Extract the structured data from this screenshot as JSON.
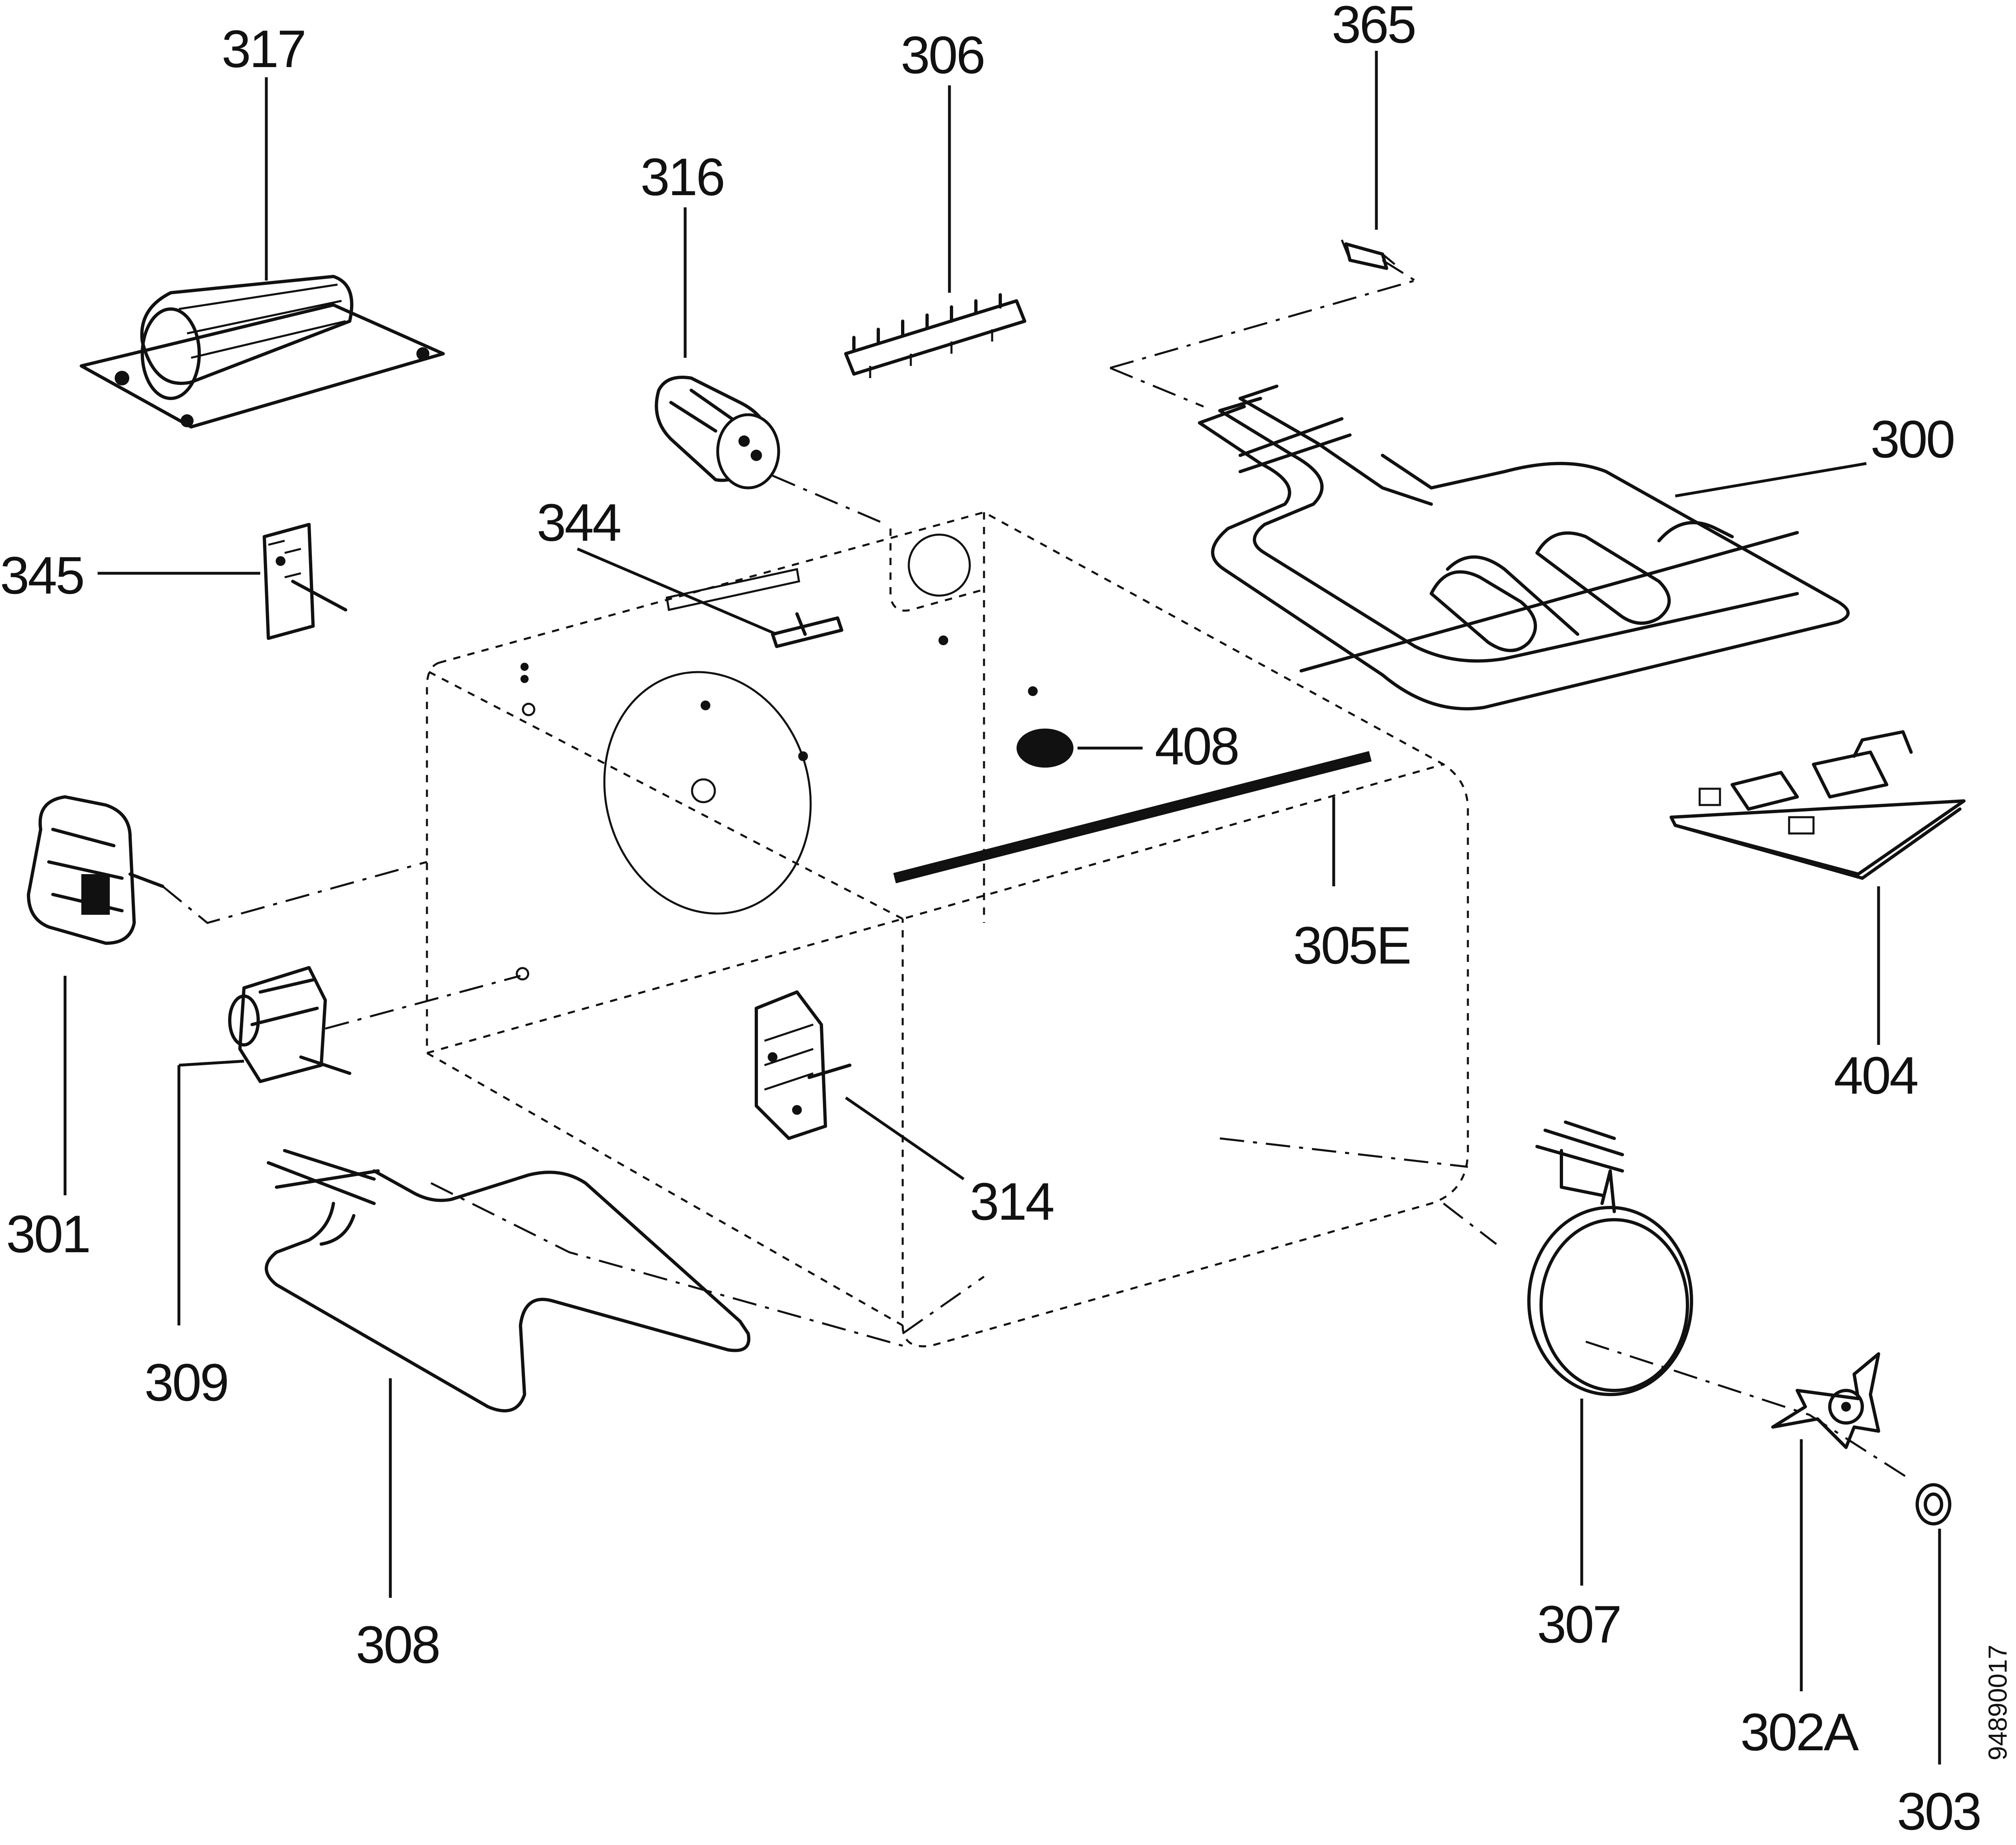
{
  "labels": {
    "p300": "300",
    "p301": "301",
    "p302a": "302A",
    "p303": "303",
    "p305e": "305E",
    "p306": "306",
    "p307": "307",
    "p308": "308",
    "p309": "309",
    "p314": "314",
    "p316": "316",
    "p317": "317",
    "p344": "344",
    "p345": "345",
    "p365": "365",
    "p404": "404",
    "p408": "408"
  },
  "document_id": "94890017"
}
